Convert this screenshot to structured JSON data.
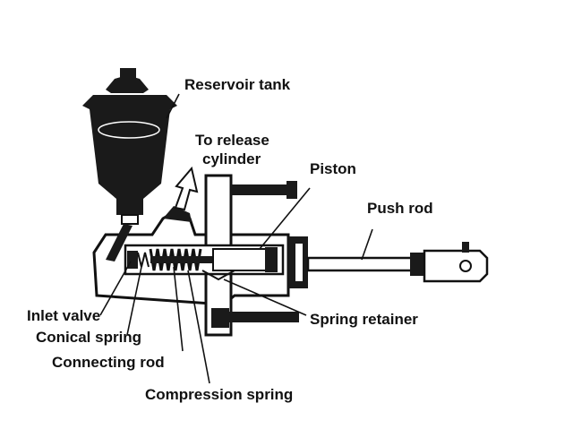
{
  "labels": {
    "reservoir_tank": "Reservoir tank",
    "to_release_line1": "To release",
    "to_release_line2": "cylinder",
    "piston": "Piston",
    "push_rod": "Push rod",
    "inlet_valve": "Inlet valve",
    "conical_spring": "Conical spring",
    "connecting_rod": "Connecting rod",
    "compression_spring": "Compression spring",
    "spring_retainer": "Spring retainer"
  },
  "colors": {
    "ink": "#111111",
    "fill_dark": "#1a1a1a",
    "paper": "#ffffff"
  }
}
